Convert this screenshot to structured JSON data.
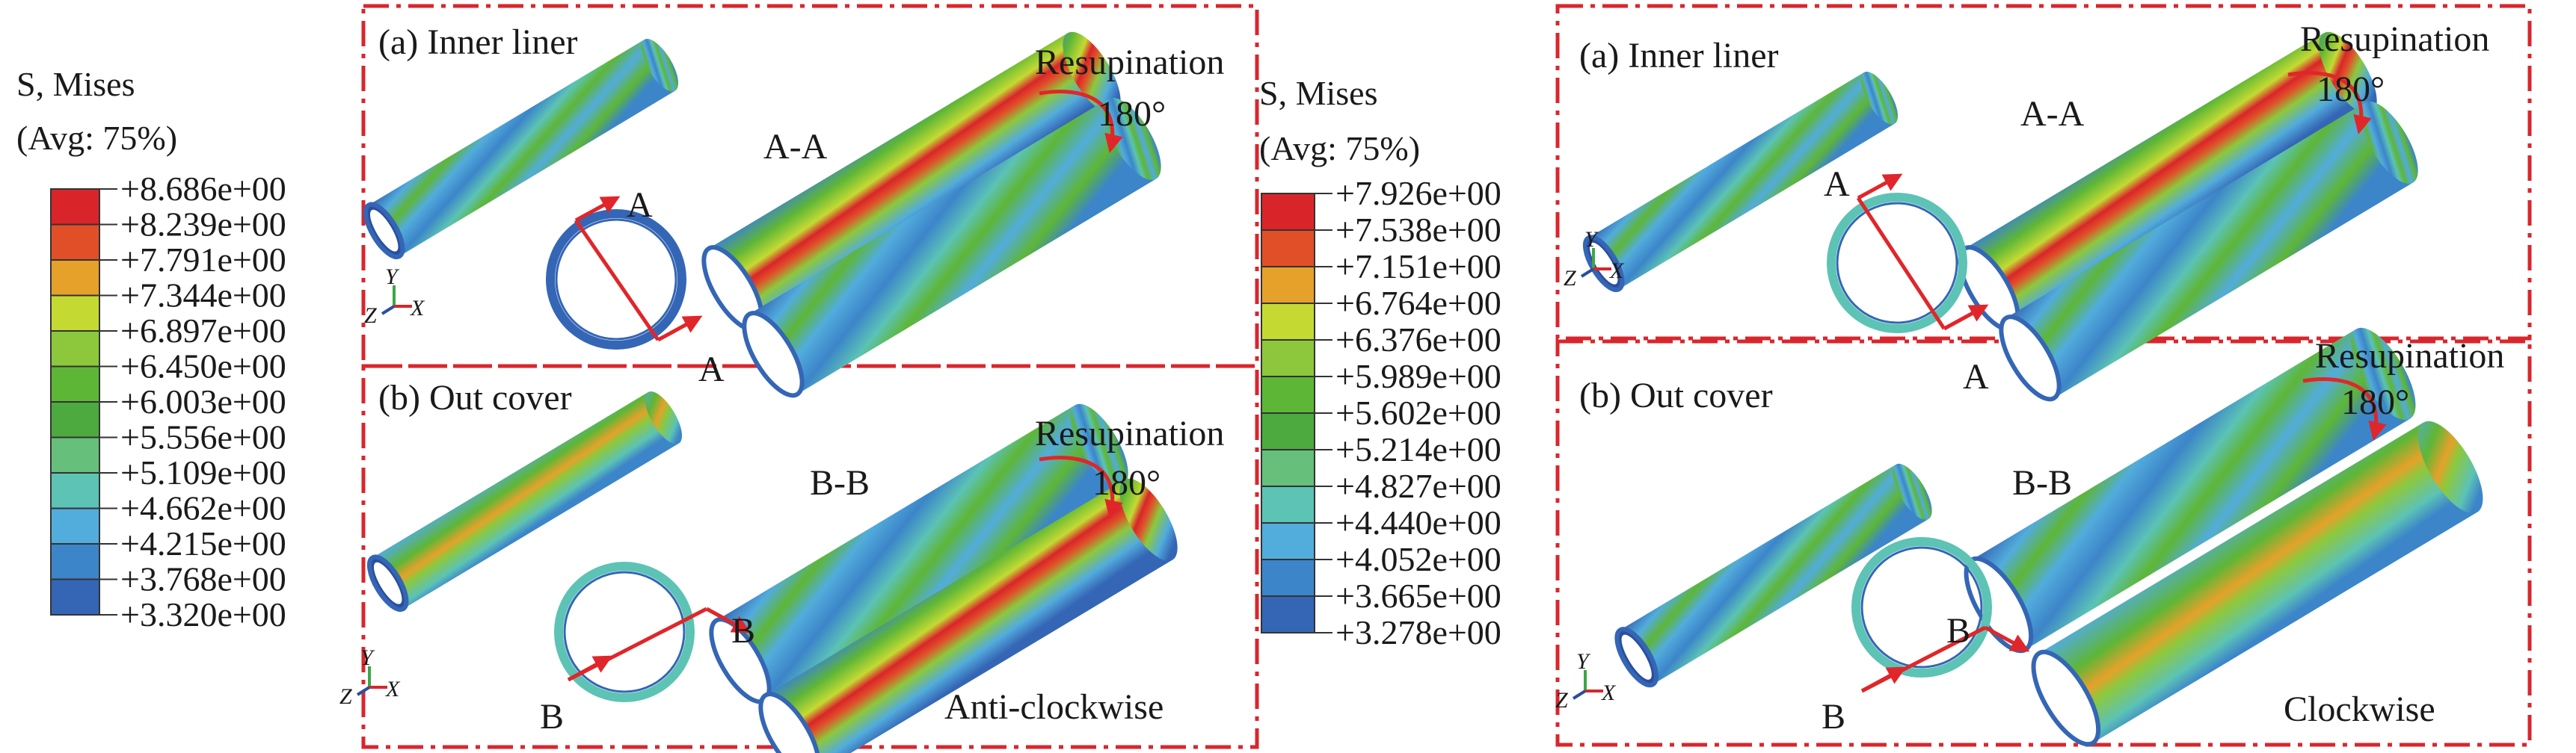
{
  "legends": [
    {
      "title": "S, Mises",
      "subtitle": "(Avg: 75%)",
      "labels": [
        "+8.686e+00",
        "+8.239e+00",
        "+7.791e+00",
        "+7.344e+00",
        "+6.897e+00",
        "+6.450e+00",
        "+6.003e+00",
        "+5.556e+00",
        "+5.109e+00",
        "+4.662e+00",
        "+4.215e+00",
        "+3.768e+00",
        "+3.320e+00"
      ]
    },
    {
      "title": "S, Mises",
      "subtitle": "(Avg: 75%)",
      "labels": [
        "+7.926e+00",
        "+7.538e+00",
        "+7.151e+00",
        "+6.764e+00",
        "+6.376e+00",
        "+5.989e+00",
        "+5.602e+00",
        "+5.214e+00",
        "+4.827e+00",
        "+4.440e+00",
        "+4.052e+00",
        "+3.665e+00",
        "+3.278e+00"
      ]
    }
  ],
  "band_colors": [
    "#d9252a",
    "#e04f28",
    "#e5a12a",
    "#c4da33",
    "#8dc83c",
    "#5eb636",
    "#4caa3e",
    "#66bf7a",
    "#5cc3b5",
    "#52acdc",
    "#3c85c9",
    "#3466b5",
    "#2a4f9f"
  ],
  "groups": [
    {
      "direction": "Anti-clockwise",
      "top": {
        "label": "(a) Inner liner",
        "section": "A-A",
        "rotation": "Resupination",
        "angle": "180°",
        "cut_a": "A",
        "cut_b": "A"
      },
      "bottom": {
        "label": "(b) Out cover",
        "section": "B-B",
        "rotation": "Resupination",
        "angle": "180°",
        "cut_a": "B",
        "cut_b": "B"
      }
    },
    {
      "direction": "Clockwise",
      "top": {
        "label": "(a) Inner liner",
        "section": "A-A",
        "rotation": "Resupination",
        "angle": "180°",
        "cut_a": "A",
        "cut_b": "A"
      },
      "bottom": {
        "label": "(b) Out cover",
        "section": "B-B",
        "rotation": "Resupination",
        "angle": "180°",
        "cut_a": "B",
        "cut_b": "B"
      }
    }
  ],
  "axes": {
    "y": "Y",
    "z": "Z",
    "x": "X"
  }
}
